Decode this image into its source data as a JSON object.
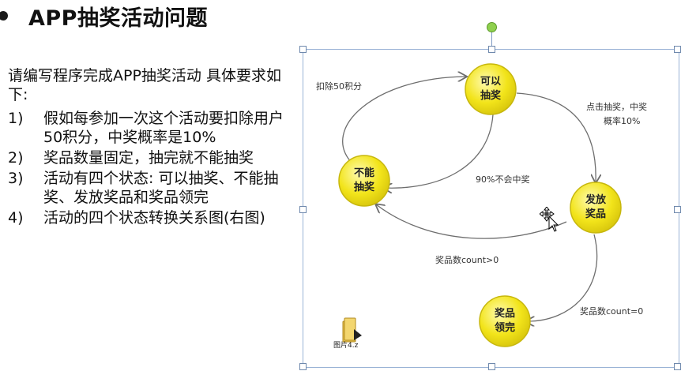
{
  "slide": {
    "title": "APP抽奖活动问题",
    "intro": "请编写程序完成APP抽奖活动 具体要求如下:",
    "requirements": [
      {
        "num": "1)",
        "text": "假如每参加一次这个活动要扣除用户50积分，中奖概率是10%"
      },
      {
        "num": "2)",
        "text": "奖品数量固定，抽完就不能抽奖"
      },
      {
        "num": "3)",
        "text": "活动有四个状态: 可以抽奖、不能抽奖、发放奖品和奖品领完"
      },
      {
        "num": "4)",
        "text": "活动的四个状态转换关系图(右图)"
      }
    ]
  },
  "diagram": {
    "states": {
      "can_draw": {
        "line1": "可以",
        "line2": "抽奖"
      },
      "cannot_draw": {
        "line1": "不能",
        "line2": "抽奖"
      },
      "issue_prize": {
        "line1": "发放",
        "line2": "奖品"
      },
      "prize_done": {
        "line1": "奖品",
        "line2": "领完"
      }
    },
    "labels": {
      "deduct": "扣除50积分",
      "click_draw_1": "点击抽奖，中奖",
      "click_draw_2": "概率10%",
      "no_win": "90%不会中奖",
      "count_gt": "奖品数count>0",
      "count_eq": "奖品数count=0"
    },
    "colors": {
      "node_fill": "#f2e41a",
      "node_stroke": "#b9a90d",
      "arrow": "#6d6d6d",
      "selection": "#9ab3d6"
    }
  },
  "file": {
    "name": "图片4.z",
    "icon": "folder-icon"
  }
}
